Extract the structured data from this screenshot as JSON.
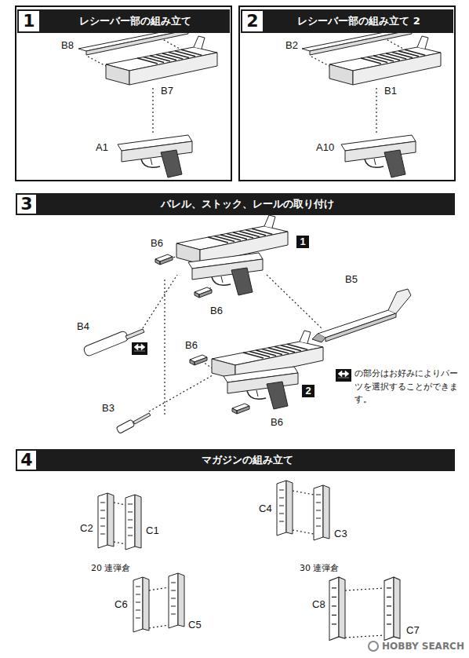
{
  "diagram": {
    "nodes": [
      {
        "text": [
          "1",
          "レシーバー部の組み立て"
        ]
      },
      {
        "text": [
          "2",
          "レシーバー部の組み立て 2"
        ]
      },
      {
        "text": [
          "3",
          "バレル、ストック、レールの取り付け"
        ]
      },
      {
        "text": [
          "4",
          "マガジンの組み立て"
        ]
      }
    ],
    "labels": [
      "B8",
      "B7",
      "A1",
      "B2",
      "B1",
      "A10",
      "B6",
      "1",
      "B6",
      "B4",
      "B5",
      "B6",
      "2",
      "B6",
      "B3",
      "の部分はお好みによりパーツを選択することができます。",
      "C2",
      "C1",
      "C4",
      "C3",
      "20 連弾倉",
      "C6",
      "C5",
      "30 連弾倉",
      "C8",
      "C7",
      "HOBBY SEARCH"
    ]
  }
}
